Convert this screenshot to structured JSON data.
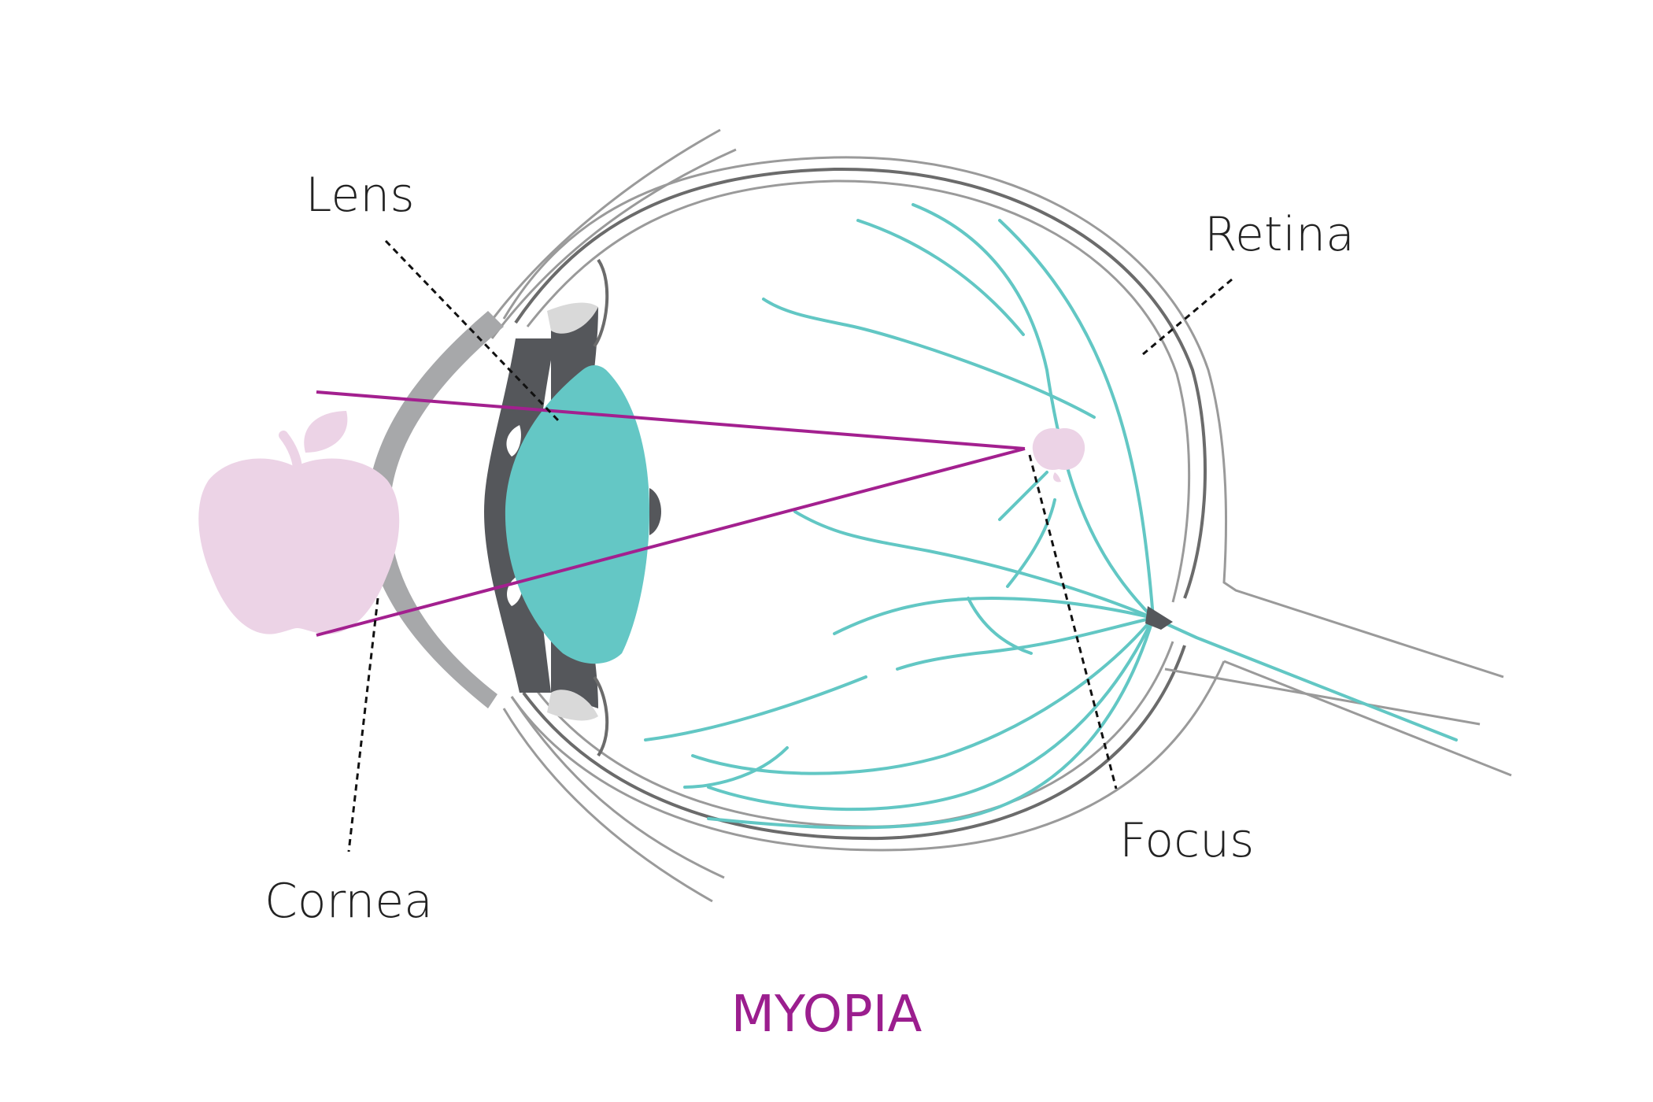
{
  "title": "MYOPIA",
  "labels": {
    "lens": "Lens",
    "retina": "Retina",
    "cornea": "Cornea",
    "focus": "Focus"
  },
  "colors": {
    "lens": "#64c7c5",
    "apple": "#ecd3e6",
    "ray": "#a3208f",
    "vessel": "#62c7c4",
    "iris": "#55575b",
    "cornea": "#a7a8aa",
    "title": "#9b1e8e"
  },
  "icons": {
    "object": "apple",
    "focused_image": "small-apple"
  }
}
